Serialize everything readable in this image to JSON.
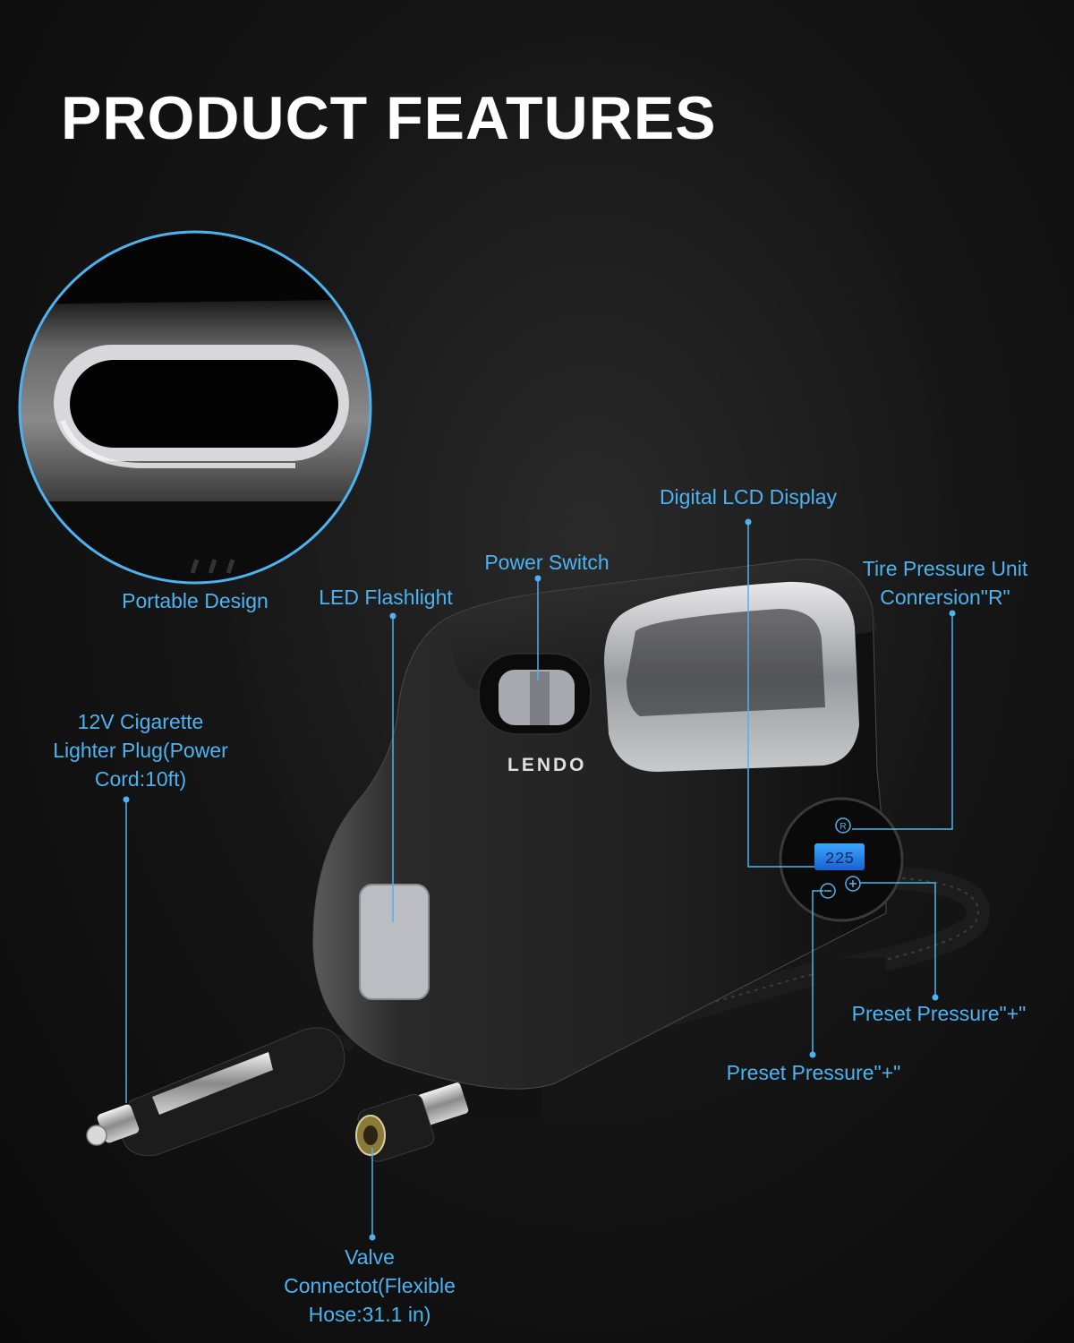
{
  "page": {
    "title": "PRODUCT FEATURES",
    "accent_color": "#4db3f0",
    "background_color": "#161616"
  },
  "product": {
    "brand": "LENDO",
    "lcd_value": "225",
    "lcd_button_icons": [
      "unit-toggle-icon",
      "minus-icon",
      "plus-icon"
    ]
  },
  "callouts": {
    "portable_design": "Portable Design",
    "led_flashlight": "LED Flashlight",
    "power_switch": "Power Switch",
    "digital_lcd": "Digital LCD Display",
    "tire_unit": [
      "Tire Pressure Unit",
      "Conrersion\"R\""
    ],
    "cigarette_plug": [
      "12V Cigarette",
      "Lighter Plug(Power",
      "Cord:10ft)"
    ],
    "preset_plus_right": "Preset Pressure\"+\"",
    "preset_plus_left": "Preset Pressure\"+\"",
    "valve": [
      "Valve",
      "Connectot(Flexible",
      "Hose:31.1 in)"
    ]
  }
}
